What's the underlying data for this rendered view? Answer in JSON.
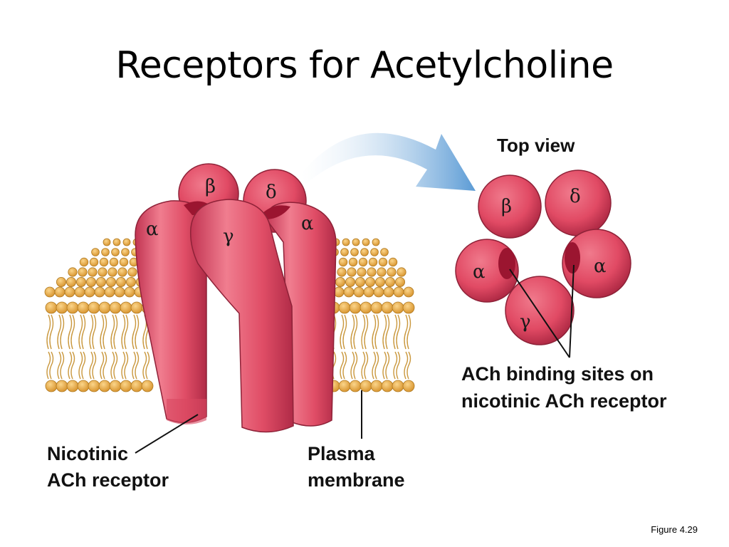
{
  "title": "Receptors for Acetylcholine",
  "figure_ref": "Figure 4.29",
  "side_view": {
    "subunits": [
      "β",
      "δ",
      "α",
      "γ",
      "α"
    ],
    "label_receptor": [
      "Nicotinic",
      "ACh receptor"
    ],
    "label_membrane": [
      "Plasma",
      "membrane"
    ]
  },
  "top_view": {
    "title": "Top view",
    "subunits": [
      "β",
      "δ",
      "α",
      "α",
      "γ"
    ],
    "binding_label": [
      "ACh binding sites on",
      "nicotinic ACh receptor"
    ]
  },
  "colors": {
    "subunit_fill": "#e2506a",
    "subunit_dark": "#b32a45",
    "binding_site": "#9b1530",
    "lipid_head": "#e4a441",
    "lipid_tail": "#c9973c",
    "arrow": "#6ea6dc"
  }
}
